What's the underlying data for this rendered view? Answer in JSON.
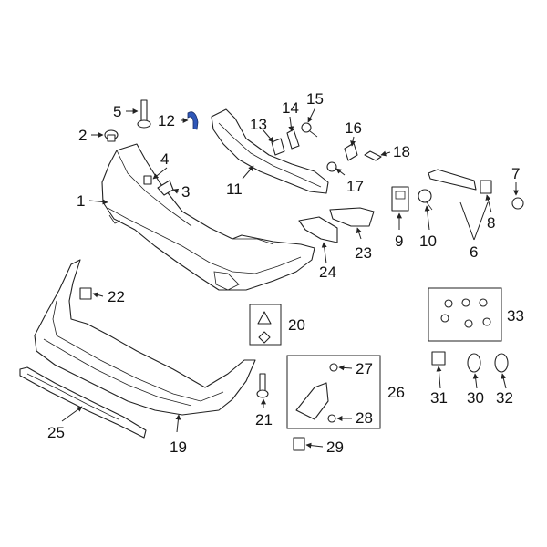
{
  "highlight_color": "#2f57b8",
  "callouts": {
    "c1": "1",
    "c2": "2",
    "c3": "3",
    "c4": "4",
    "c5": "5",
    "c6": "6",
    "c7": "7",
    "c8": "8",
    "c9": "9",
    "c10": "10",
    "c11": "11",
    "c12": "12",
    "c13": "13",
    "c14": "14",
    "c15": "15",
    "c16": "16",
    "c17": "17",
    "c18": "18",
    "c19": "19",
    "c20": "20",
    "c21": "21",
    "c22": "22",
    "c23": "23",
    "c24": "24",
    "c25": "25",
    "c26": "26",
    "c27": "27",
    "c28": "28",
    "c29": "29",
    "c30": "30",
    "c31": "31",
    "c32": "32",
    "c33": "33"
  },
  "highlighted_part": "12"
}
